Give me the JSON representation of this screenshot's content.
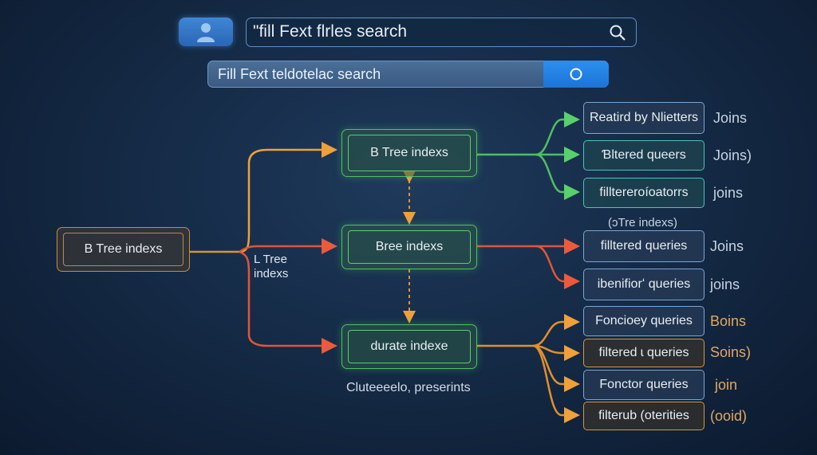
{
  "header": {
    "user_icon": "user-icon",
    "search_text": "\"fill Fext flrles search",
    "search_icon": "search-icon",
    "search2_text": "Fill Fext teldotelac search",
    "search2_icon": "circle-icon"
  },
  "diagram": {
    "root": "B Tree indexs",
    "root_side_label_1": "L Tree",
    "root_side_label_2": "indexs",
    "mid_top": "B Tree indexs",
    "mid_center": "Bree indexs",
    "mid_bottom": "durate indexe",
    "mid_bottom_caption": "Cluteeeelo, preserints",
    "section_label": "(ɔTre indexs)",
    "right_nodes": [
      {
        "label": "Reatird by Nlietters",
        "tag": "Joins"
      },
      {
        "label": "Ɓltered queers",
        "tag": "Joins)"
      },
      {
        "label": "filltereroíoatorrs",
        "tag": "joins"
      },
      {
        "label": "filltered  queries",
        "tag": "Joins"
      },
      {
        "label": "ibenifiorʻ queries",
        "tag": "joins"
      },
      {
        "label": "Foncioey queries",
        "tag": "Boins"
      },
      {
        "label": "filtered ɩ queries",
        "tag": "Soins)"
      },
      {
        "label": "Fonctor  queries",
        "tag": "join"
      },
      {
        "label": "filterub (oterities",
        "tag": "(ooid)"
      }
    ]
  },
  "colors": {
    "green": "#4fbf63",
    "orange": "#e0902e",
    "red": "#e0553a",
    "blue_accent": "#2b8ff0"
  }
}
